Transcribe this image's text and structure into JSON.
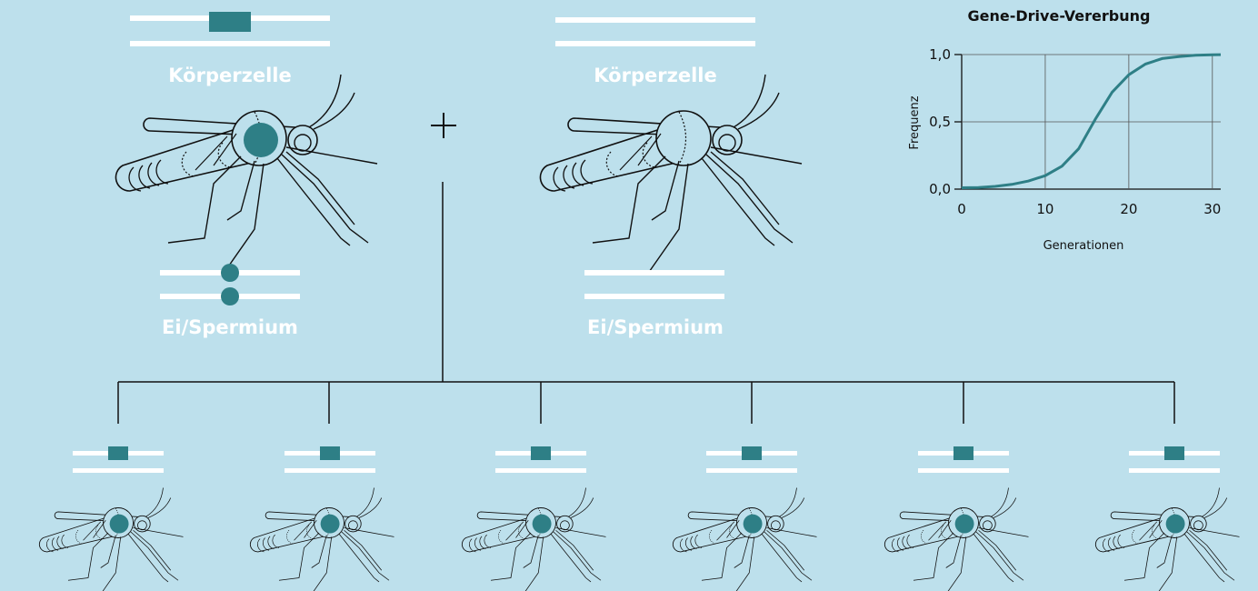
{
  "labels": {
    "body_cell": "Körperzelle",
    "germ_cell": "Ei/Spermium",
    "plus": "+"
  },
  "colors": {
    "background": "#bde0ec",
    "accent": "#2e7f86",
    "line": "#ffffff"
  },
  "chart_data": {
    "type": "line",
    "title": "Gene-Drive-Vererbung",
    "xlabel": "Generationen",
    "ylabel": "Frequenz",
    "xlim": [
      0,
      31
    ],
    "ylim": [
      0,
      1
    ],
    "xticks": [
      "0",
      "10",
      "20",
      "30"
    ],
    "yticks": [
      "0,0",
      "0,5",
      "1,0"
    ],
    "grid": true,
    "series": [
      {
        "x": [
          0,
          2,
          4,
          6,
          8,
          10,
          12,
          14,
          16,
          18,
          20,
          22,
          24,
          26,
          28,
          30,
          31
        ],
        "values": [
          0.01,
          0.012,
          0.02,
          0.035,
          0.06,
          0.1,
          0.17,
          0.3,
          0.52,
          0.72,
          0.85,
          0.93,
          0.97,
          0.985,
          0.995,
          0.998,
          0.999
        ]
      }
    ]
  }
}
